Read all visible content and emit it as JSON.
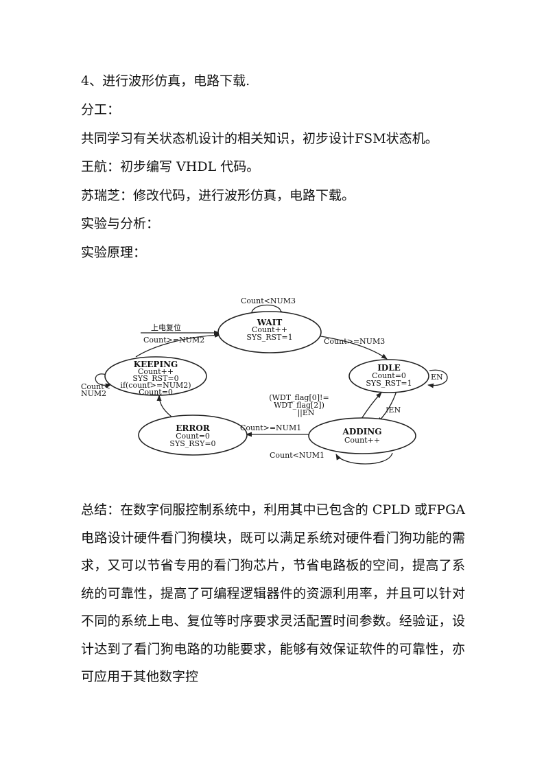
{
  "lines": [
    "4、进行波形仿真，电路下载.",
    "分工：",
    "共同学习有关状态机设计的相关知识，初步设计FSM状态机。",
    "王航：初步编写 VHDL 代码。",
    "苏瑞芝：修改代码，进行波形仿真，电路下载。",
    "实验与分析：",
    "实验原理："
  ],
  "diagram": {
    "states": {
      "wait": {
        "name": "WAIT",
        "l1": "Count++",
        "l2": "SYS_RST=1"
      },
      "idle": {
        "name": "IDLE",
        "l1": "Count=0",
        "l2": "SYS_RST=1"
      },
      "adding": {
        "name": "ADDING",
        "l1": "Count++"
      },
      "error": {
        "name": "ERROR",
        "l1": "Count=0",
        "l2": "SYS_RSY=0"
      },
      "keeping": {
        "name": "KEEPING",
        "l1": "Count++",
        "l2": "SYS_RST=0",
        "l3": "if(count>=NUM2)",
        "l4": "Count=0"
      }
    },
    "transitions": {
      "wait_self": "Count<NUM3",
      "power_reset": "上电复位",
      "keeping_to_wait": "Count>=NUM2",
      "wait_to_idle": "Count>=NUM3",
      "idle_self": "EN",
      "idle_to_adding": "!EN",
      "adding_to_idle_1": "(WDT_flag[0]!=",
      "adding_to_idle_2": "WDT_flag[2])",
      "adding_to_idle_3": "||EN",
      "adding_to_error": "Count>=NUM1",
      "adding_self": "Count<NUM1",
      "keeping_self_1": "Count<",
      "keeping_self_2": "NUM2"
    }
  },
  "summary": "总结：在数字伺服控制系统中，利用其中已包含的 CPLD 或FPGA电路设计硬件看门狗模块，既可以满足系统对硬件看门狗功能的需求，又可以节省专用的看门狗芯片，节省电路板的空间，提高了系统的可靠性，提高了可编程逻辑器件的资源利用率，并且可以针对不同的系统上电、复位等时序要求灵活配置时间参数。经验证，设计达到了看门狗电路的功能要求，能够有效保证软件的可靠性，亦可应用于其他数字控"
}
